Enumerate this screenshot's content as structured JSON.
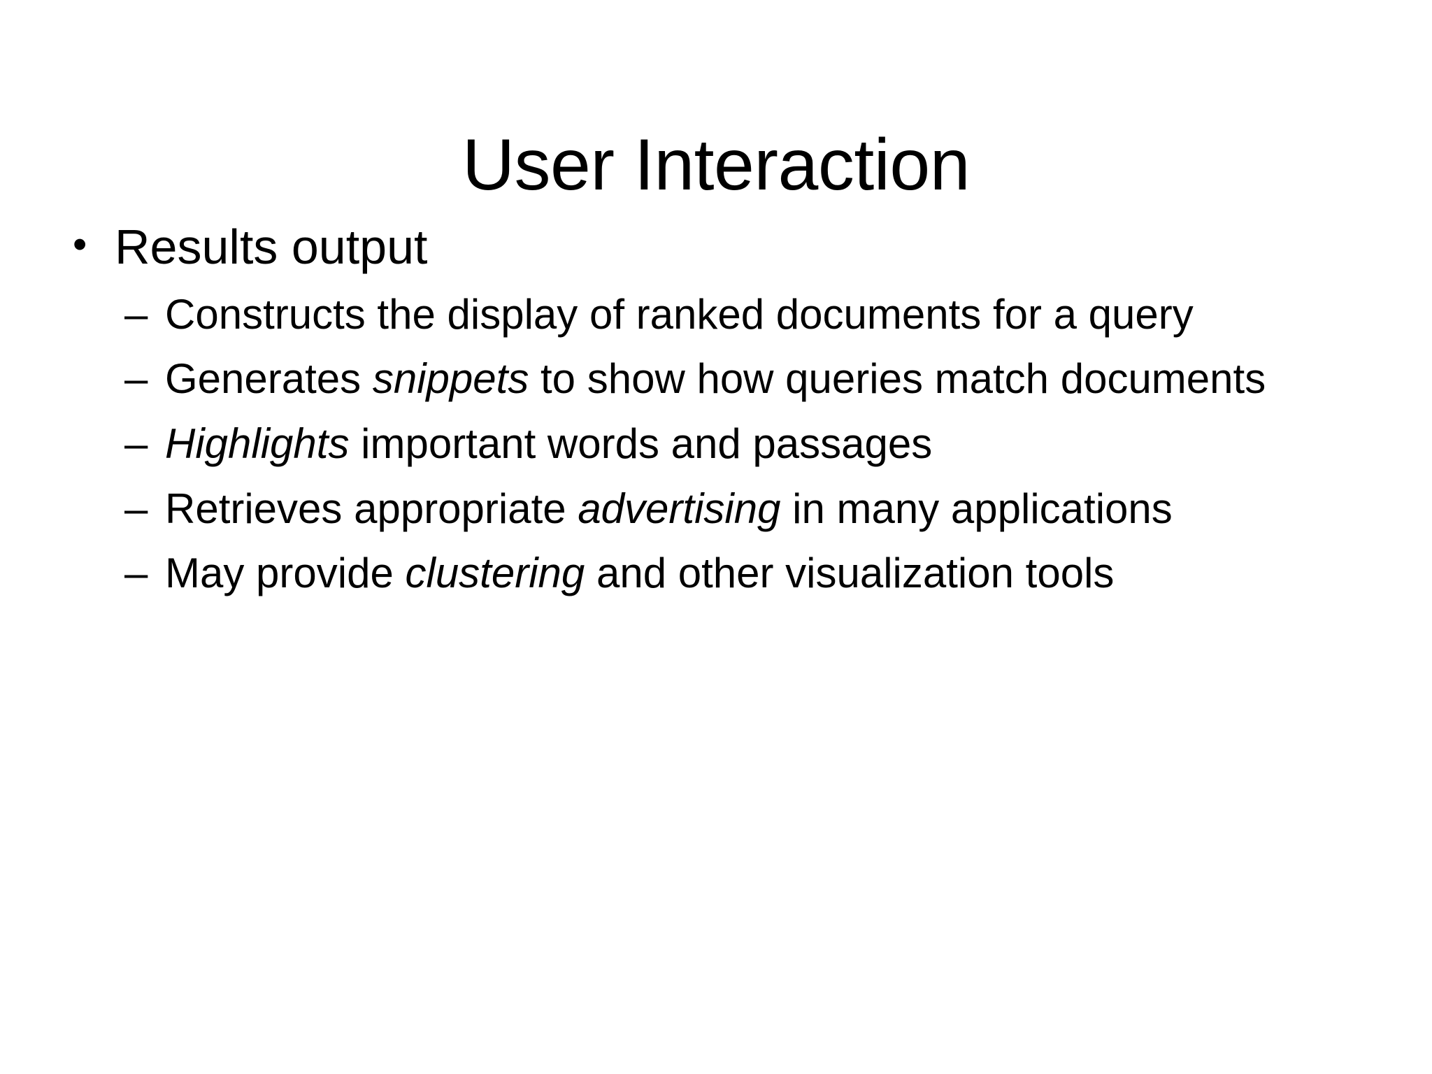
{
  "slide": {
    "title": "User Interaction",
    "background_color": "#ffffff",
    "text_color": "#000000",
    "level1_bullet_glyph": "•",
    "level2_bullet_glyph": "–",
    "content": [
      {
        "level": 1,
        "text": "Results output",
        "children": [
          {
            "level": 2,
            "text": "Constructs the display of ranked documents for a query",
            "html": "Constructs the display of ranked documents for a query"
          },
          {
            "level": 2,
            "text": "Generates snippets to show how queries match documents",
            "html": "Generates <em>snippets</em> to show how queries match documents",
            "italic_words": [
              "snippets"
            ]
          },
          {
            "level": 2,
            "text": "Highlights important words and passages",
            "html": "<em>Highlights</em> important words and passages",
            "italic_words": [
              "Highlights"
            ]
          },
          {
            "level": 2,
            "text": "Retrieves appropriate advertising in many applications",
            "html": "Retrieves appropriate <em>advertising</em> in many applications",
            "italic_words": [
              "advertising"
            ]
          },
          {
            "level": 2,
            "text": "May provide clustering and other visualization tools",
            "html": "May provide <em>clustering</em> and other visualization tools",
            "italic_words": [
              "clustering"
            ]
          }
        ]
      }
    ]
  }
}
